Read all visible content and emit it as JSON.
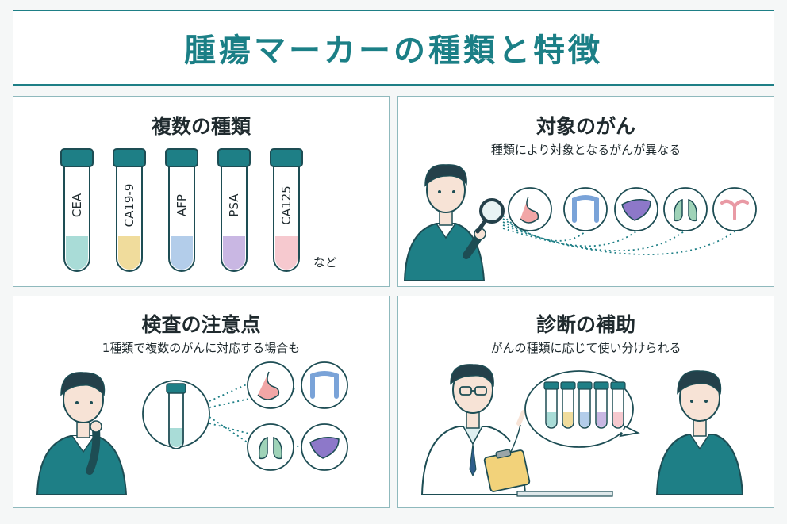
{
  "main_title": "腫瘍マーカーの種類と特徴",
  "panel1": {
    "title": "複数の種類",
    "tubes": [
      {
        "label": "CEA",
        "color": "#a9dcd7"
      },
      {
        "label": "CA19-9",
        "color": "#f0dc9c"
      },
      {
        "label": "AFP",
        "color": "#b3cdea"
      },
      {
        "label": "PSA",
        "color": "#c9b7e3"
      },
      {
        "label": "CA125",
        "color": "#f6c9cf"
      }
    ],
    "etc": "など"
  },
  "panel2": {
    "title": "対象のがん",
    "subtitle": "種類により対象となるがんが異なる",
    "organs": [
      "stomach-icon",
      "intestine-icon",
      "liver-icon",
      "lungs-icon",
      "uterus-icon"
    ]
  },
  "panel3": {
    "title": "検査の注意点",
    "subtitle": "1種類で複数のがんに対応する場合も",
    "organs": [
      "stomach-icon",
      "intestine-icon",
      "lungs-icon",
      "liver-icon"
    ]
  },
  "panel4": {
    "title": "診断の補助",
    "subtitle": "がんの種類に応じて使い分けられる",
    "bubble_tube_colors": [
      "#a9dcd7",
      "#f0dc9c",
      "#b3cdea",
      "#c9b7e3",
      "#f6c9cf"
    ]
  },
  "colors": {
    "teal": "#1e7f86",
    "teal_dark": "#1d5f66",
    "border": "#8fb9bd"
  }
}
